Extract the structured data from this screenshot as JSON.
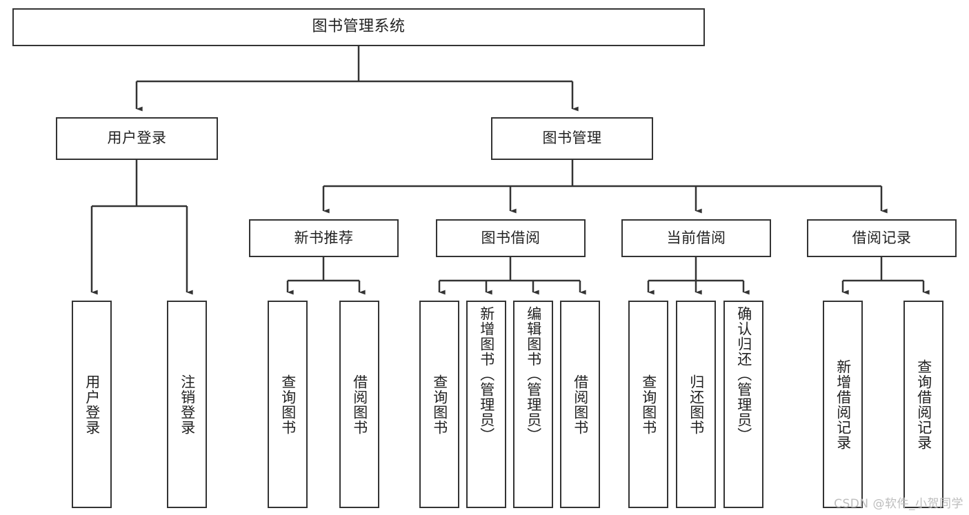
{
  "diagram": {
    "title": "图书管理系统",
    "type": "tree",
    "watermark": "CSDN @软件_小贺同学",
    "colors": {
      "stroke": "#333333",
      "fill": "#ffffff",
      "text": "#222222",
      "watermark": "#bdbdbd"
    },
    "levels": {
      "root": {
        "label": "图书管理系统"
      },
      "level2": [
        {
          "label": "用户登录"
        },
        {
          "label": "图书管理"
        }
      ],
      "level3": [
        {
          "label": "新书推荐"
        },
        {
          "label": "图书借阅"
        },
        {
          "label": "当前借阅"
        },
        {
          "label": "借阅记录"
        }
      ],
      "level4": [
        {
          "label": "用户登录",
          "parent": "用户登录"
        },
        {
          "label": "注销登录",
          "parent": "用户登录"
        },
        {
          "label": "查询图书",
          "parent": "新书推荐"
        },
        {
          "label": "借阅图书",
          "parent": "新书推荐"
        },
        {
          "label": "查询图书",
          "parent": "图书借阅"
        },
        {
          "label": "新增图书（管理员）",
          "parent": "图书借阅"
        },
        {
          "label": "编辑图书（管理员）",
          "parent": "图书借阅"
        },
        {
          "label": "借阅图书",
          "parent": "图书借阅"
        },
        {
          "label": "查询图书",
          "parent": "当前借阅"
        },
        {
          "label": "归还图书",
          "parent": "当前借阅"
        },
        {
          "label": "确认归还（管理员）",
          "parent": "当前借阅"
        },
        {
          "label": "新增借阅记录",
          "parent": "借阅记录"
        },
        {
          "label": "查询借阅记录",
          "parent": "借阅记录"
        }
      ]
    }
  }
}
